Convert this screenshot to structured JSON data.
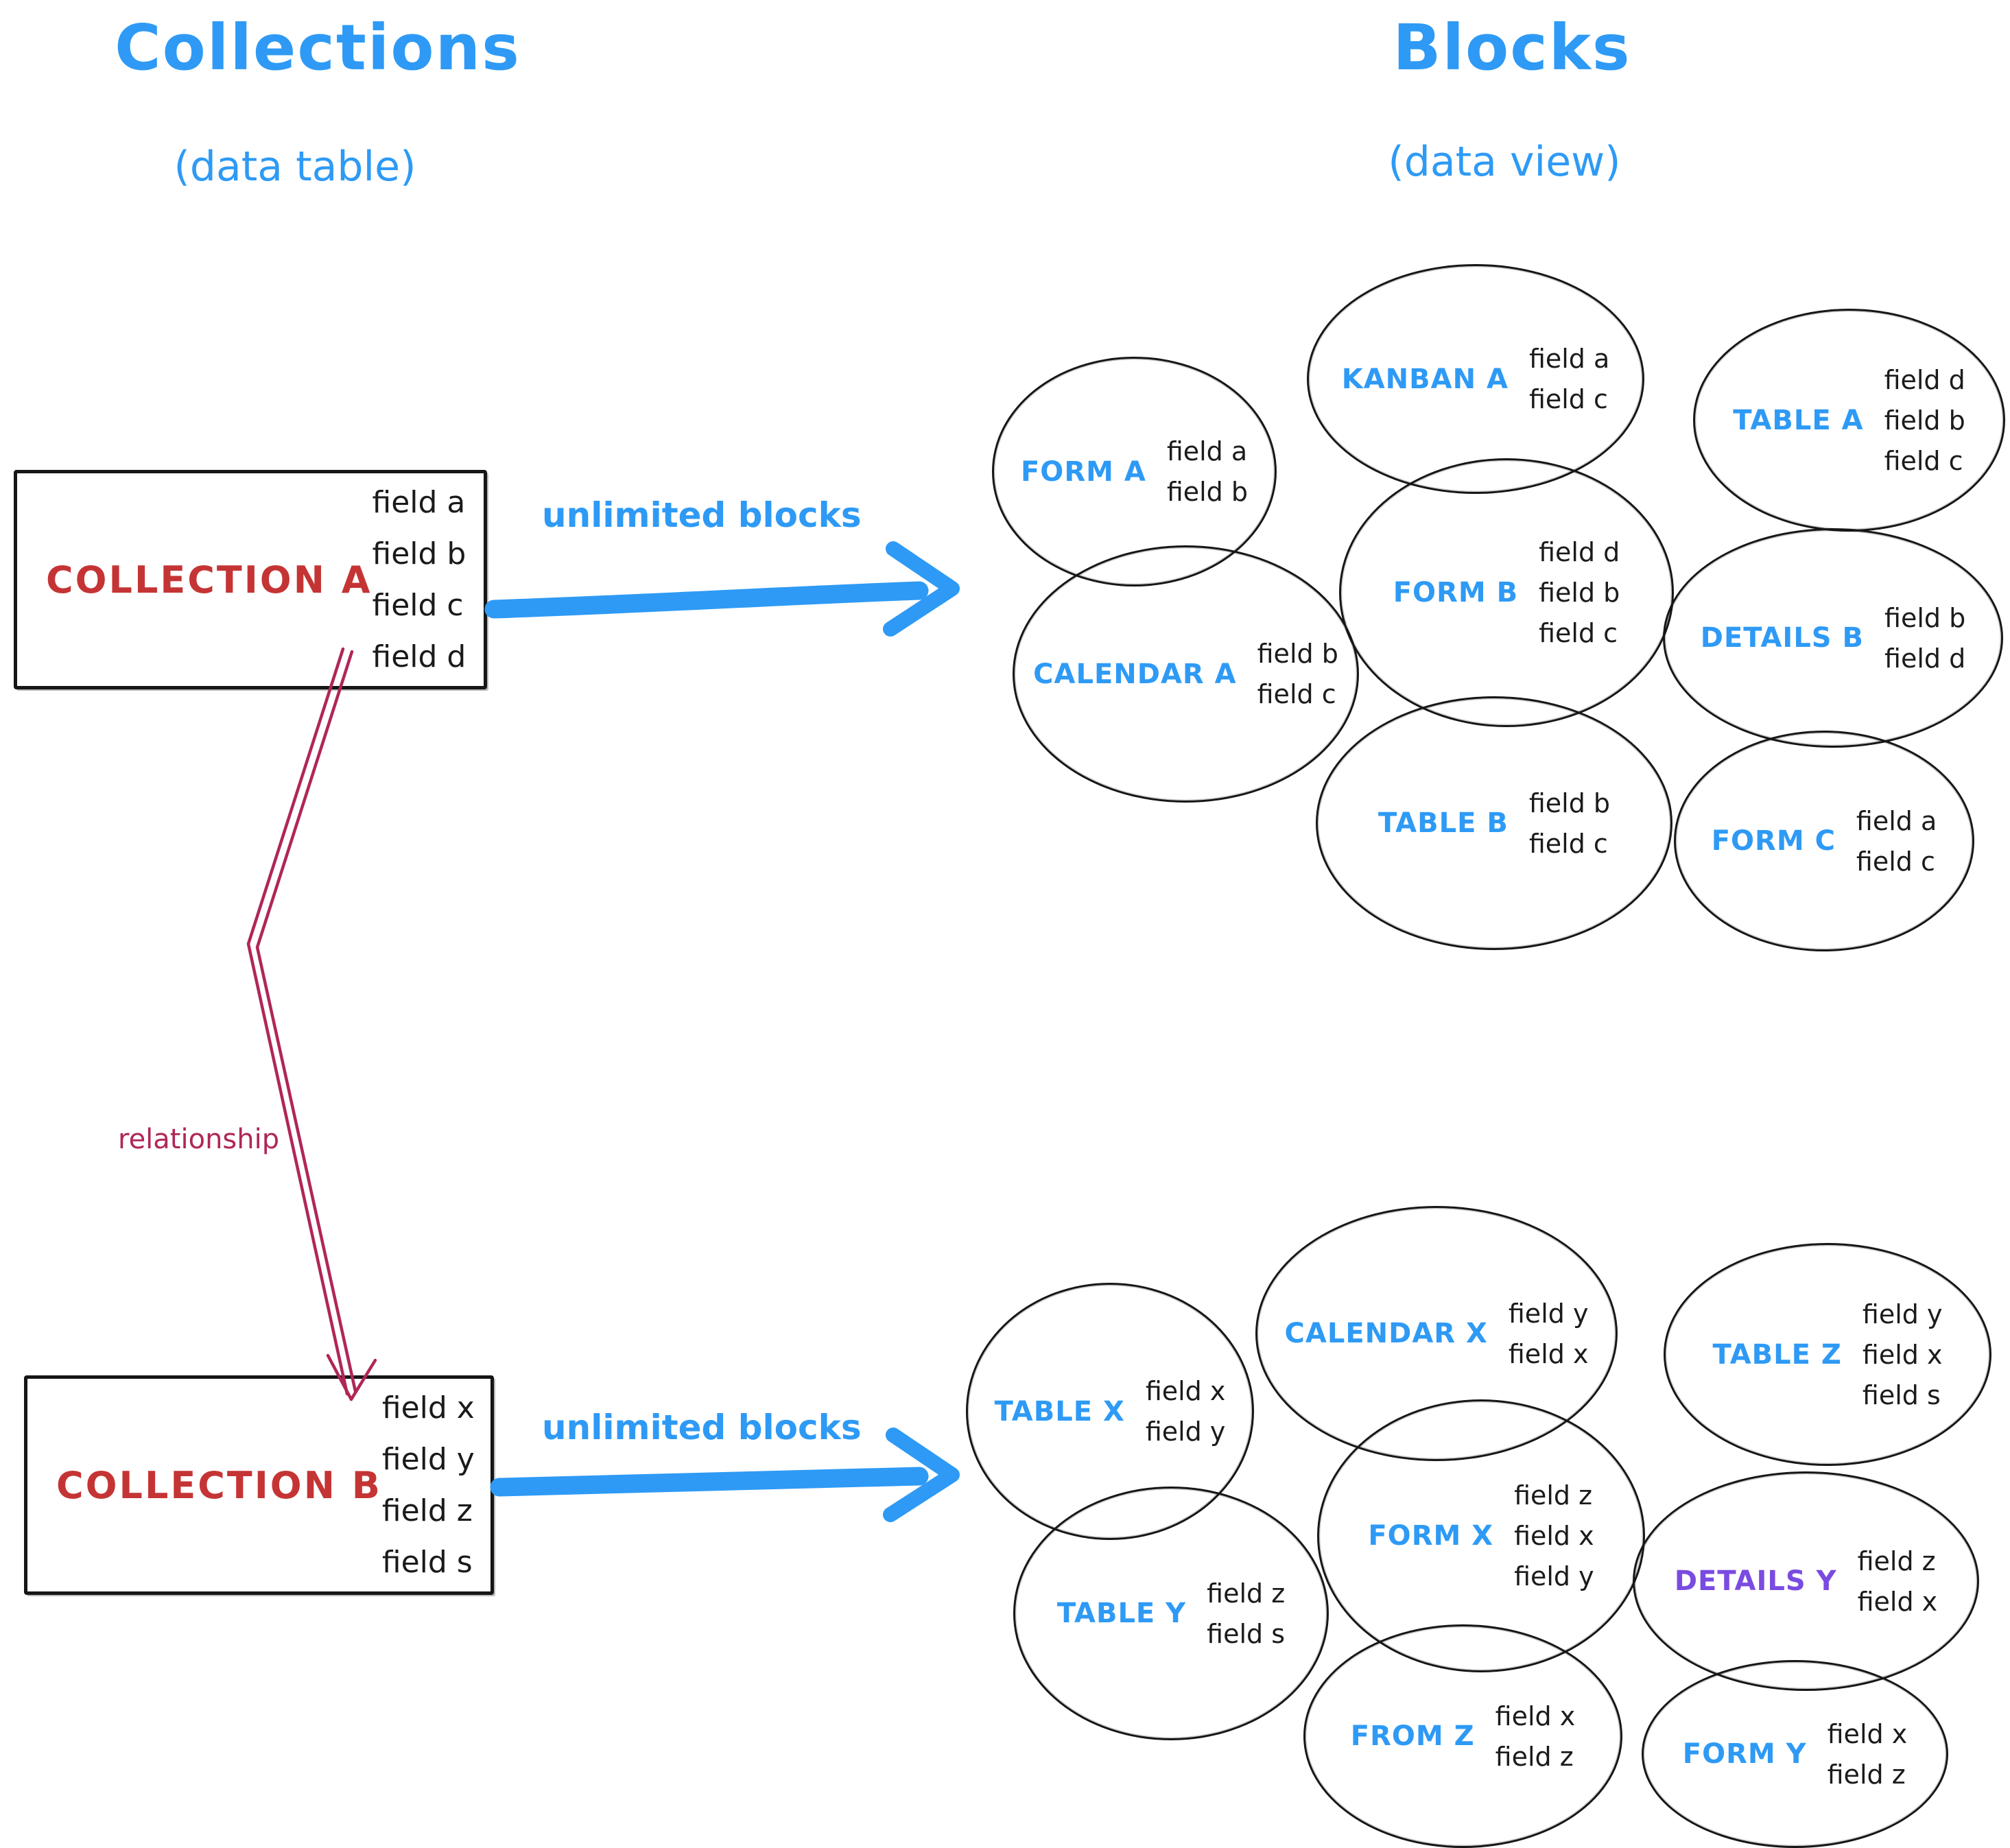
{
  "left_column": {
    "title": "Collections",
    "subtitle": "(data table)"
  },
  "right_column": {
    "title": "Blocks",
    "subtitle": "(data view)"
  },
  "collection_a": {
    "name": "COLLECTION A",
    "fields": [
      "field a",
      "field b",
      "field c",
      "field d"
    ]
  },
  "collection_b": {
    "name": "COLLECTION B",
    "fields": [
      "field x",
      "field y",
      "field z",
      "field s"
    ]
  },
  "connectors": {
    "collection_a_arrow_label": "unlimited blocks",
    "collection_b_arrow_label": "unlimited blocks",
    "relationship_label": "relationship"
  },
  "blocks_a": [
    {
      "name": "FORM A",
      "fields": [
        "field a",
        "field b"
      ]
    },
    {
      "name": "KANBAN A",
      "fields": [
        "field a",
        "field c"
      ]
    },
    {
      "name": "TABLE A",
      "fields": [
        "field d",
        "field b",
        "field c"
      ]
    },
    {
      "name": "CALENDAR A",
      "fields": [
        "field b",
        "field c"
      ]
    },
    {
      "name": "FORM B",
      "fields": [
        "field d",
        "field b",
        "field c"
      ]
    },
    {
      "name": "DETAILS B",
      "fields": [
        "field b",
        "field d"
      ]
    },
    {
      "name": "TABLE B",
      "fields": [
        "field b",
        "field c"
      ]
    },
    {
      "name": "FORM C",
      "fields": [
        "field a",
        "field c"
      ]
    }
  ],
  "blocks_b": [
    {
      "name": "TABLE X",
      "fields": [
        "field x",
        "field y"
      ]
    },
    {
      "name": "CALENDAR X",
      "fields": [
        "field y",
        "field x"
      ]
    },
    {
      "name": "TABLE Z",
      "fields": [
        "field y",
        "field x",
        "field s"
      ]
    },
    {
      "name": "FORM X",
      "fields": [
        "field z",
        "field x",
        "field y"
      ]
    },
    {
      "name": "TABLE Y",
      "fields": [
        "field z",
        "field s"
      ]
    },
    {
      "name": "DETAILS Y",
      "fields": [
        "field z",
        "field x"
      ]
    },
    {
      "name": "FROM Z",
      "fields": [
        "field x",
        "field z"
      ]
    },
    {
      "name": "FORM Y",
      "fields": [
        "field x",
        "field z"
      ]
    }
  ],
  "colors": {
    "accent_blue": "#2e9af5",
    "collection_red": "#c53434",
    "relationship_maroon": "#b02658",
    "details_y_purple": "#7a4be0",
    "ink": "#161616"
  }
}
